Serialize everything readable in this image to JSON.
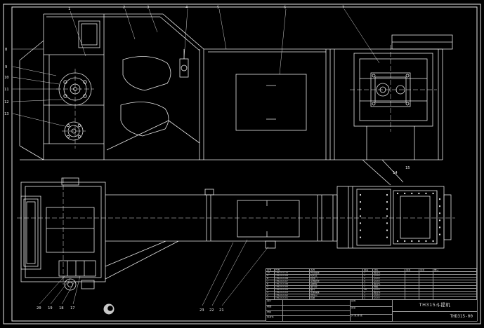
{
  "drawing": {
    "title": "TH315斗提机",
    "number": "THD315-00"
  },
  "colors": {
    "background": "#000000",
    "line": "#e6e6e6"
  },
  "callouts": {
    "top": [
      "1",
      "2",
      "3",
      "4",
      "5",
      "6",
      "7"
    ],
    "left": [
      "8",
      "9",
      "10",
      "11",
      "12",
      "13"
    ],
    "plan_right": [
      "14",
      "15"
    ],
    "bottom_left": [
      "20",
      "19",
      "18",
      "17"
    ],
    "bottom_mid": [
      "23",
      "22",
      "21"
    ]
  },
  "bom": {
    "headers": [
      "序号",
      "代号",
      "名称",
      "数量",
      "材料",
      "单重",
      "总重",
      "备注"
    ],
    "keys": [
      "no",
      "code",
      "name",
      "qty",
      "mat",
      "uw",
      "tw",
      "rem"
    ],
    "rows": [
      {
        "no": "10",
        "code": "THD315-10",
        "name": "传动装置",
        "qty": "1",
        "mat": "组合件",
        "uw": "",
        "tw": "",
        "rem": ""
      },
      {
        "no": "9",
        "code": "THD315-09",
        "name": "机头罩",
        "qty": "1",
        "mat": "Q235",
        "uw": "",
        "tw": "",
        "rem": ""
      },
      {
        "no": "8",
        "code": "THD315-08",
        "name": "检视门",
        "qty": "2",
        "mat": "Q235",
        "uw": "",
        "tw": "",
        "rem": ""
      },
      {
        "no": "7",
        "code": "THD315-07",
        "name": "中间机壳",
        "qty": "4",
        "mat": "Q235",
        "uw": "",
        "tw": "",
        "rem": ""
      },
      {
        "no": "6",
        "code": "THD315-06",
        "name": "观察窗",
        "qty": "1",
        "mat": "组合件",
        "uw": "",
        "tw": "",
        "rem": ""
      },
      {
        "no": "5",
        "code": "THD315-05",
        "name": "畚斗带",
        "qty": "1",
        "mat": "橡胶",
        "uw": "",
        "tw": "",
        "rem": ""
      },
      {
        "no": "4",
        "code": "THD315-04",
        "name": "畚斗",
        "qty": "46",
        "mat": "Q235",
        "uw": "",
        "tw": "",
        "rem": ""
      },
      {
        "no": "3",
        "code": "THD315-03",
        "name": "张紧装置",
        "qty": "1",
        "mat": "组合件",
        "uw": "",
        "tw": "",
        "rem": ""
      },
      {
        "no": "2",
        "code": "THD315-02",
        "name": "进料口",
        "qty": "1",
        "mat": "Q235",
        "uw": "",
        "tw": "",
        "rem": ""
      },
      {
        "no": "1",
        "code": "THD315-01",
        "name": "机座",
        "qty": "1",
        "mat": "Q235",
        "uw": "",
        "tw": "",
        "rem": ""
      }
    ]
  },
  "title_block": {
    "sign_labels": [
      "设计",
      "制图",
      "审核",
      "标准化"
    ],
    "info_labels": [
      "比例",
      "质量",
      "共 张 第 张"
    ],
    "title": "TH315斗提机",
    "number": "THD315-00"
  }
}
